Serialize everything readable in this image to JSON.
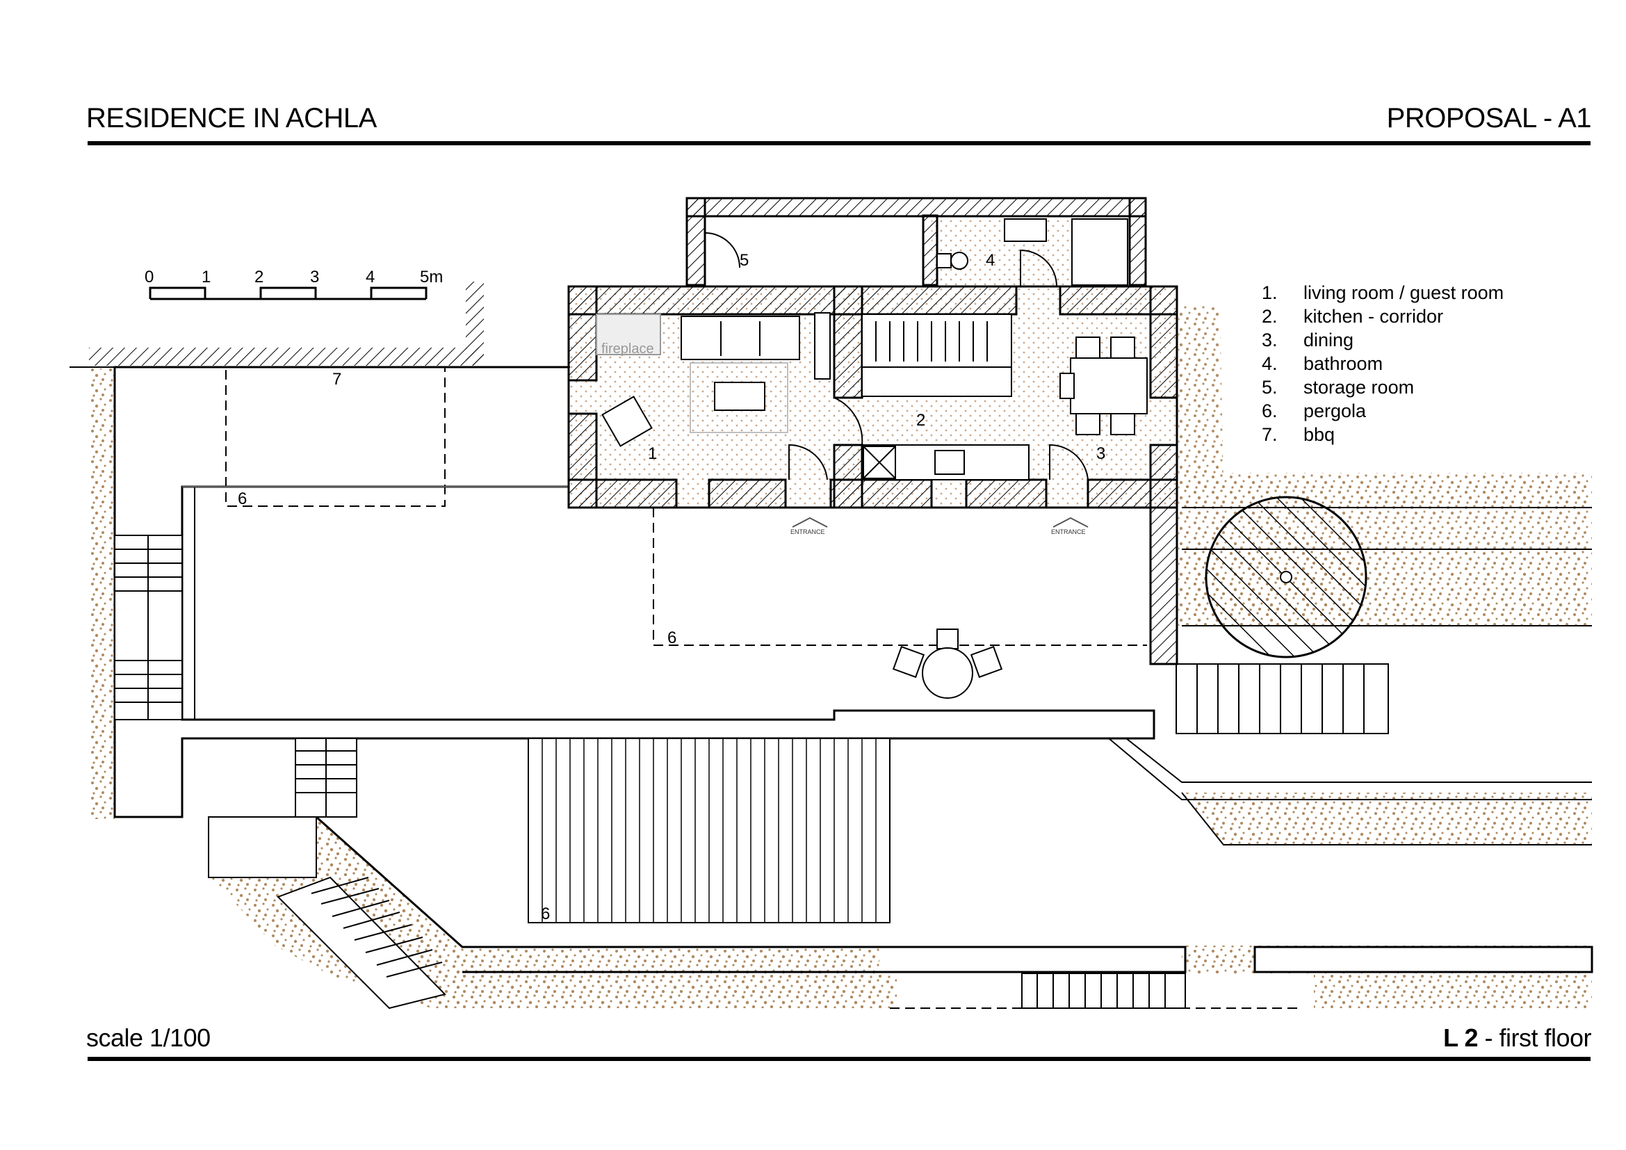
{
  "header": {
    "title": "RESIDENCE IN ACHLA",
    "proposal": "PROPOSAL - A1"
  },
  "footer": {
    "scale": "scale 1/100",
    "level_code": "L 2",
    "level_name": " - first floor"
  },
  "scale_bar": {
    "ticks": [
      "0",
      "1",
      "2",
      "3",
      "4",
      "5m"
    ]
  },
  "legend": [
    {
      "num": "1.",
      "label": "living room / guest room"
    },
    {
      "num": "2.",
      "label": "kitchen - corridor"
    },
    {
      "num": "3.",
      "label": "dining"
    },
    {
      "num": "4.",
      "label": "bathroom"
    },
    {
      "num": "5.",
      "label": "storage room"
    },
    {
      "num": "6.",
      "label": "pergola"
    },
    {
      "num": "7.",
      "label": "bbq"
    }
  ],
  "plan_labels": {
    "fireplace": "fireplace",
    "entrance": "ENTRANCE",
    "room_1": "1",
    "room_2": "2",
    "room_3": "3",
    "room_4": "4",
    "room_5": "5",
    "pergola_a": "6",
    "pergola_b": "6",
    "pergola_c": "6",
    "bbq": "7"
  },
  "colors": {
    "ink": "#000000",
    "soil": "#b08a60",
    "wall_hatch": "#000000",
    "floor_dots": "#c9a78a"
  }
}
